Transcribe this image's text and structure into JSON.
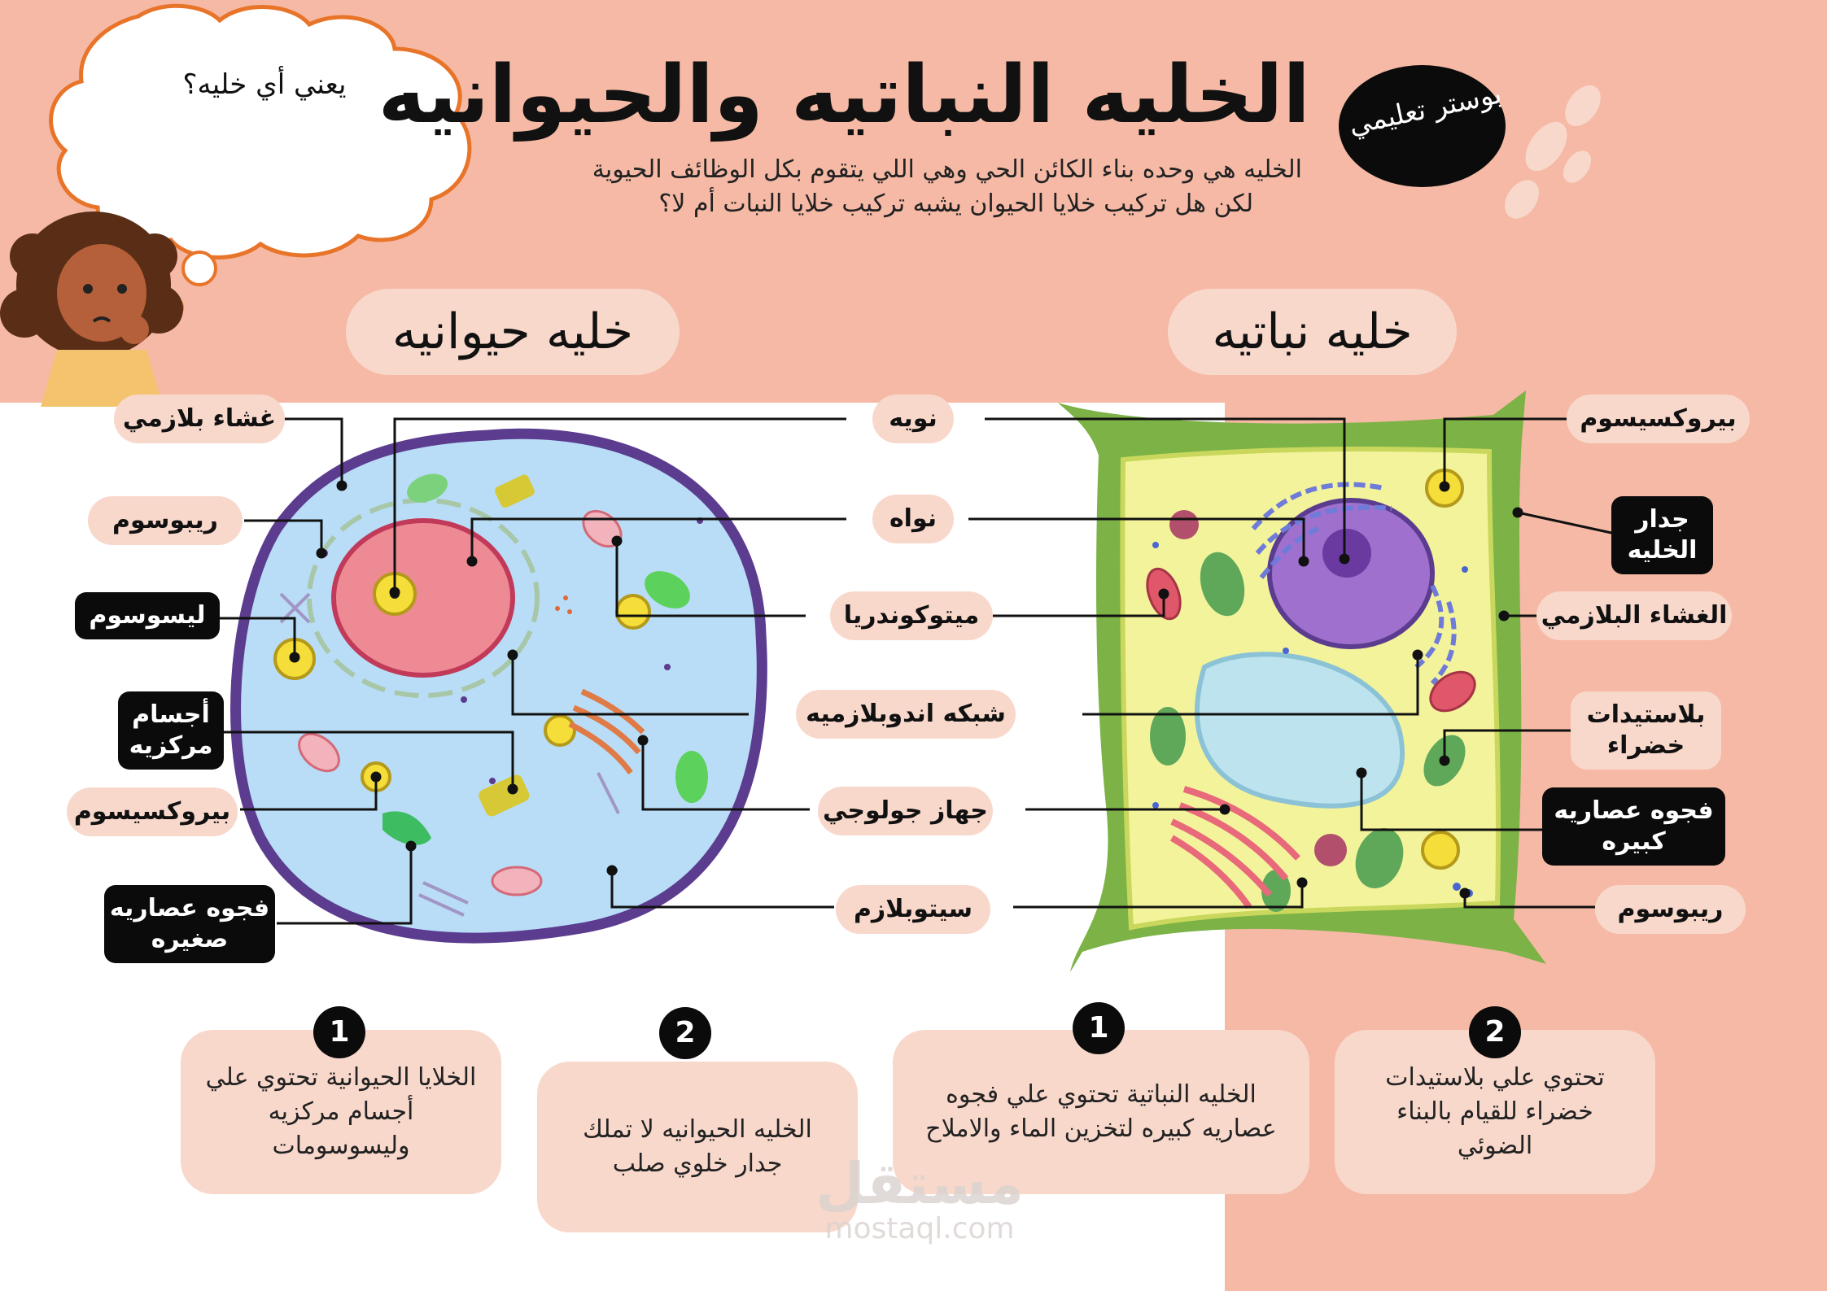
{
  "title": "الخليه النباتيه والحيوانيه",
  "subtitle": {
    "line1": "الخليه هي وحده بناء الكائن الحي وهي اللي يتقوم بكل الوظائف الحيوية",
    "line2": "لكن هل تركيب خلايا الحيوان يشبه تركيب خلايا النبات أم لا؟"
  },
  "badge": "بوستر تعليمي",
  "thought_bubble": "يعني أي خليه؟",
  "headers": {
    "animal": "خليه حيوانيه",
    "plant": "خليه نباتيه"
  },
  "animal_labels": {
    "plasma_membrane": "غشاء بلازمي",
    "ribosome": "ريبوسوم",
    "lysosome": "ليسوسوم",
    "centrioles": "أجسام مركزيه",
    "peroxisome": "بيروكسيسوم",
    "small_vacuole": "فجوه عصاريه صغيره"
  },
  "center_labels": {
    "nucleolus": "نويه",
    "nucleus": "نواه",
    "mitochondria": "ميتوكوندريا",
    "er": "شبكه اندوبلازميه",
    "golgi": "جهاز جولوجي",
    "cytoplasm": "سيتوبلازم"
  },
  "plant_labels": {
    "peroxisome": "بيروكسيسوم",
    "cell_wall": "جدار الخليه",
    "plasma_membrane": "الغشاء البلازمي",
    "chloroplasts": "بلاستيدات خضراء",
    "large_vacuole": "فجوه عصاريه كبيره",
    "ribosome": "ريبوسوم"
  },
  "cards": {
    "animal_1": {
      "num": "1",
      "text": "الخلايا الحيوانية تحتوي علي أجسام مركزيه وليسوسومات"
    },
    "animal_2": {
      "num": "2",
      "text": "الخليه الحيوانيه لا تملك جدار خلوي صلب"
    },
    "plant_1": {
      "num": "1",
      "text": "الخليه النباتية تحتوي علي فجوه عصاريه كبيره لتخزين الماء والاملاح"
    },
    "plant_2": {
      "num": "2",
      "text": "تحتوي علي بلاستيدات خضراء للقيام بالبناء الضوئي"
    }
  },
  "watermark": {
    "arabic": "مستقل",
    "latin": "mostaql.com"
  },
  "colors": {
    "background_peach": "#f5b9a5",
    "pill": "#f9d8cc",
    "dark": "#0b0b0b",
    "animal_cytoplasm": "#b9ddf6",
    "animal_membrane": "#5b3c8f",
    "plant_cytoplasm": "#f3f39b",
    "plant_wall": "#7cb246"
  }
}
